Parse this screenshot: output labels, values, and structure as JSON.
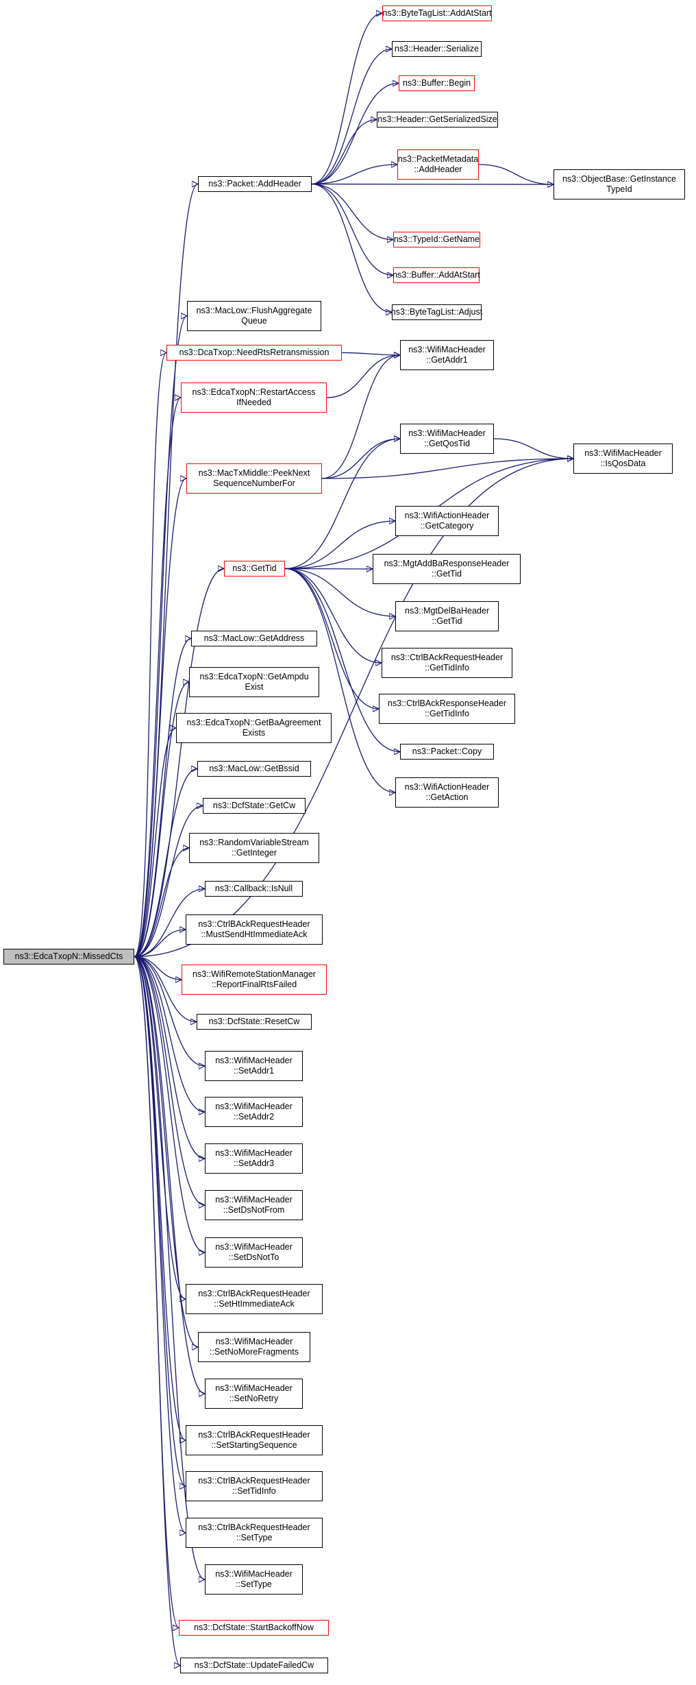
{
  "colors": {
    "edge": "#191970",
    "node_border": "#000000",
    "linked_border": "#ff0000",
    "root_fill": "#bfbfbf"
  },
  "nodes": [
    {
      "id": "root",
      "label": "ns3::EdcaTxopN::MissedCts",
      "style": "root"
    },
    {
      "id": "addheader",
      "label": "ns3::Packet::AddHeader",
      "style": "black"
    },
    {
      "id": "btl_addatstart",
      "label": "ns3::ByteTagList::AddAtStart",
      "style": "red"
    },
    {
      "id": "hdr_serialize",
      "label": "ns3::Header::Serialize",
      "style": "black"
    },
    {
      "id": "buf_begin",
      "label": "ns3::Buffer::Begin",
      "style": "red"
    },
    {
      "id": "hdr_getsersize",
      "label": "ns3::Header::GetSerializedSize",
      "style": "black"
    },
    {
      "id": "pm_addheader",
      "label": "ns3::PacketMetadata\n::AddHeader",
      "style": "red"
    },
    {
      "id": "ob_getinst",
      "label": "ns3::ObjectBase::GetInstance\nTypeId",
      "style": "black"
    },
    {
      "id": "typeid_getname",
      "label": "ns3::TypeId::GetName",
      "style": "red"
    },
    {
      "id": "buf_addatstart",
      "label": "ns3::Buffer::AddAtStart",
      "style": "red"
    },
    {
      "id": "btl_adjust",
      "label": "ns3::ByteTagList::Adjust",
      "style": "black"
    },
    {
      "id": "flushagg",
      "label": "ns3::MacLow::FlushAggregate\nQueue",
      "style": "black"
    },
    {
      "id": "needrts",
      "label": "ns3::DcaTxop::NeedRtsRetransmission",
      "style": "red"
    },
    {
      "id": "getaddr1",
      "label": "ns3::WifiMacHeader\n::GetAddr1",
      "style": "black"
    },
    {
      "id": "restartaccess",
      "label": "ns3::EdcaTxopN::RestartAccess\nIfNeeded",
      "style": "red"
    },
    {
      "id": "getqostid",
      "label": "ns3::WifiMacHeader\n::GetQosTid",
      "style": "black"
    },
    {
      "id": "isqosdata",
      "label": "ns3::WifiMacHeader\n::IsQosData",
      "style": "black"
    },
    {
      "id": "peeknext",
      "label": "ns3::MacTxMiddle::PeekNext\nSequenceNumberFor",
      "style": "red"
    },
    {
      "id": "getcategory",
      "label": "ns3::WifiActionHeader\n::GetCategory",
      "style": "black"
    },
    {
      "id": "gettid",
      "label": "ns3::GetTid",
      "style": "red"
    },
    {
      "id": "addbaresp",
      "label": "ns3::MgtAddBaResponseHeader\n::GetTid",
      "style": "black"
    },
    {
      "id": "delba",
      "label": "ns3::MgtDelBaHeader\n::GetTid",
      "style": "black"
    },
    {
      "id": "barreq_tidinfo",
      "label": "ns3::CtrlBAckRequestHeader\n::GetTidInfo",
      "style": "black"
    },
    {
      "id": "baresp_tidinfo",
      "label": "ns3::CtrlBAckResponseHeader\n::GetTidInfo",
      "style": "black"
    },
    {
      "id": "pkt_copy",
      "label": "ns3::Packet::Copy",
      "style": "black"
    },
    {
      "id": "getaction",
      "label": "ns3::WifiActionHeader\n::GetAction",
      "style": "black"
    },
    {
      "id": "getaddress",
      "label": "ns3::MacLow::GetAddress",
      "style": "black"
    },
    {
      "id": "getampdu",
      "label": "ns3::EdcaTxopN::GetAmpdu\nExist",
      "style": "black"
    },
    {
      "id": "getbaagree",
      "label": "ns3::EdcaTxopN::GetBaAgreement\nExists",
      "style": "black"
    },
    {
      "id": "getbssid",
      "label": "ns3::MacLow::GetBssid",
      "style": "black"
    },
    {
      "id": "getcw",
      "label": "ns3::DcfState::GetCw",
      "style": "black"
    },
    {
      "id": "getinteger",
      "label": "ns3::RandomVariableStream\n::GetInteger",
      "style": "black"
    },
    {
      "id": "isnull",
      "label": "ns3::Callback::IsNull",
      "style": "black"
    },
    {
      "id": "mustsend",
      "label": "ns3::CtrlBAckRequestHeader\n::MustSendHtImmediateAck",
      "style": "black"
    },
    {
      "id": "reportfinal",
      "label": "ns3::WifiRemoteStationManager\n::ReportFinalRtsFailed",
      "style": "red"
    },
    {
      "id": "resetcw",
      "label": "ns3::DcfState::ResetCw",
      "style": "black"
    },
    {
      "id": "setaddr1",
      "label": "ns3::WifiMacHeader\n::SetAddr1",
      "style": "black"
    },
    {
      "id": "setaddr2",
      "label": "ns3::WifiMacHeader\n::SetAddr2",
      "style": "black"
    },
    {
      "id": "setaddr3",
      "label": "ns3::WifiMacHeader\n::SetAddr3",
      "style": "black"
    },
    {
      "id": "setdsnotfrom",
      "label": "ns3::WifiMacHeader\n::SetDsNotFrom",
      "style": "black"
    },
    {
      "id": "setdsnotto",
      "label": "ns3::WifiMacHeader\n::SetDsNotTo",
      "style": "black"
    },
    {
      "id": "sethtimm",
      "label": "ns3::CtrlBAckRequestHeader\n::SetHtImmediateAck",
      "style": "black"
    },
    {
      "id": "setnomorefrag",
      "label": "ns3::WifiMacHeader\n::SetNoMoreFragments",
      "style": "black"
    },
    {
      "id": "setnoretry",
      "label": "ns3::WifiMacHeader\n::SetNoRetry",
      "style": "black"
    },
    {
      "id": "setstartseq",
      "label": "ns3::CtrlBAckRequestHeader\n::SetStartingSequence",
      "style": "black"
    },
    {
      "id": "settidinfo",
      "label": "ns3::CtrlBAckRequestHeader\n::SetTidInfo",
      "style": "black"
    },
    {
      "id": "settype_bar",
      "label": "ns3::CtrlBAckRequestHeader\n::SetType",
      "style": "black"
    },
    {
      "id": "settype_wmh",
      "label": "ns3::WifiMacHeader\n::SetType",
      "style": "black"
    },
    {
      "id": "startbackoff",
      "label": "ns3::DcfState::StartBackoffNow",
      "style": "red"
    },
    {
      "id": "updatefailed",
      "label": "ns3::DcfState::UpdateFailedCw",
      "style": "black"
    }
  ],
  "edges": [
    [
      "root",
      "addheader"
    ],
    [
      "root",
      "flushagg"
    ],
    [
      "root",
      "needrts"
    ],
    [
      "root",
      "restartaccess"
    ],
    [
      "root",
      "peeknext"
    ],
    [
      "root",
      "gettid"
    ],
    [
      "root",
      "isqosdata"
    ],
    [
      "root",
      "getaddress"
    ],
    [
      "root",
      "getampdu"
    ],
    [
      "root",
      "getbaagree"
    ],
    [
      "root",
      "getbssid"
    ],
    [
      "root",
      "getcw"
    ],
    [
      "root",
      "getinteger"
    ],
    [
      "root",
      "isnull"
    ],
    [
      "root",
      "mustsend"
    ],
    [
      "root",
      "reportfinal"
    ],
    [
      "root",
      "resetcw"
    ],
    [
      "root",
      "setaddr1"
    ],
    [
      "root",
      "setaddr2"
    ],
    [
      "root",
      "setaddr3"
    ],
    [
      "root",
      "setdsnotfrom"
    ],
    [
      "root",
      "setdsnotto"
    ],
    [
      "root",
      "sethtimm"
    ],
    [
      "root",
      "setnomorefrag"
    ],
    [
      "root",
      "setnoretry"
    ],
    [
      "root",
      "setstartseq"
    ],
    [
      "root",
      "settidinfo"
    ],
    [
      "root",
      "settype_bar"
    ],
    [
      "root",
      "settype_wmh"
    ],
    [
      "root",
      "startbackoff"
    ],
    [
      "root",
      "updatefailed"
    ],
    [
      "addheader",
      "btl_addatstart"
    ],
    [
      "addheader",
      "hdr_serialize"
    ],
    [
      "addheader",
      "buf_begin"
    ],
    [
      "addheader",
      "hdr_getsersize"
    ],
    [
      "addheader",
      "pm_addheader"
    ],
    [
      "addheader",
      "ob_getinst"
    ],
    [
      "addheader",
      "typeid_getname"
    ],
    [
      "addheader",
      "buf_addatstart"
    ],
    [
      "addheader",
      "btl_adjust"
    ],
    [
      "pm_addheader",
      "ob_getinst"
    ],
    [
      "needrts",
      "getaddr1"
    ],
    [
      "restartaccess",
      "getaddr1"
    ],
    [
      "peeknext",
      "getaddr1"
    ],
    [
      "peeknext",
      "getqostid"
    ],
    [
      "peeknext",
      "isqosdata"
    ],
    [
      "gettid",
      "getqostid"
    ],
    [
      "gettid",
      "isqosdata"
    ],
    [
      "gettid",
      "getcategory"
    ],
    [
      "gettid",
      "addbaresp"
    ],
    [
      "gettid",
      "delba"
    ],
    [
      "gettid",
      "barreq_tidinfo"
    ],
    [
      "gettid",
      "baresp_tidinfo"
    ],
    [
      "gettid",
      "pkt_copy"
    ],
    [
      "gettid",
      "getaction"
    ],
    [
      "getqostid",
      "isqosdata"
    ]
  ]
}
